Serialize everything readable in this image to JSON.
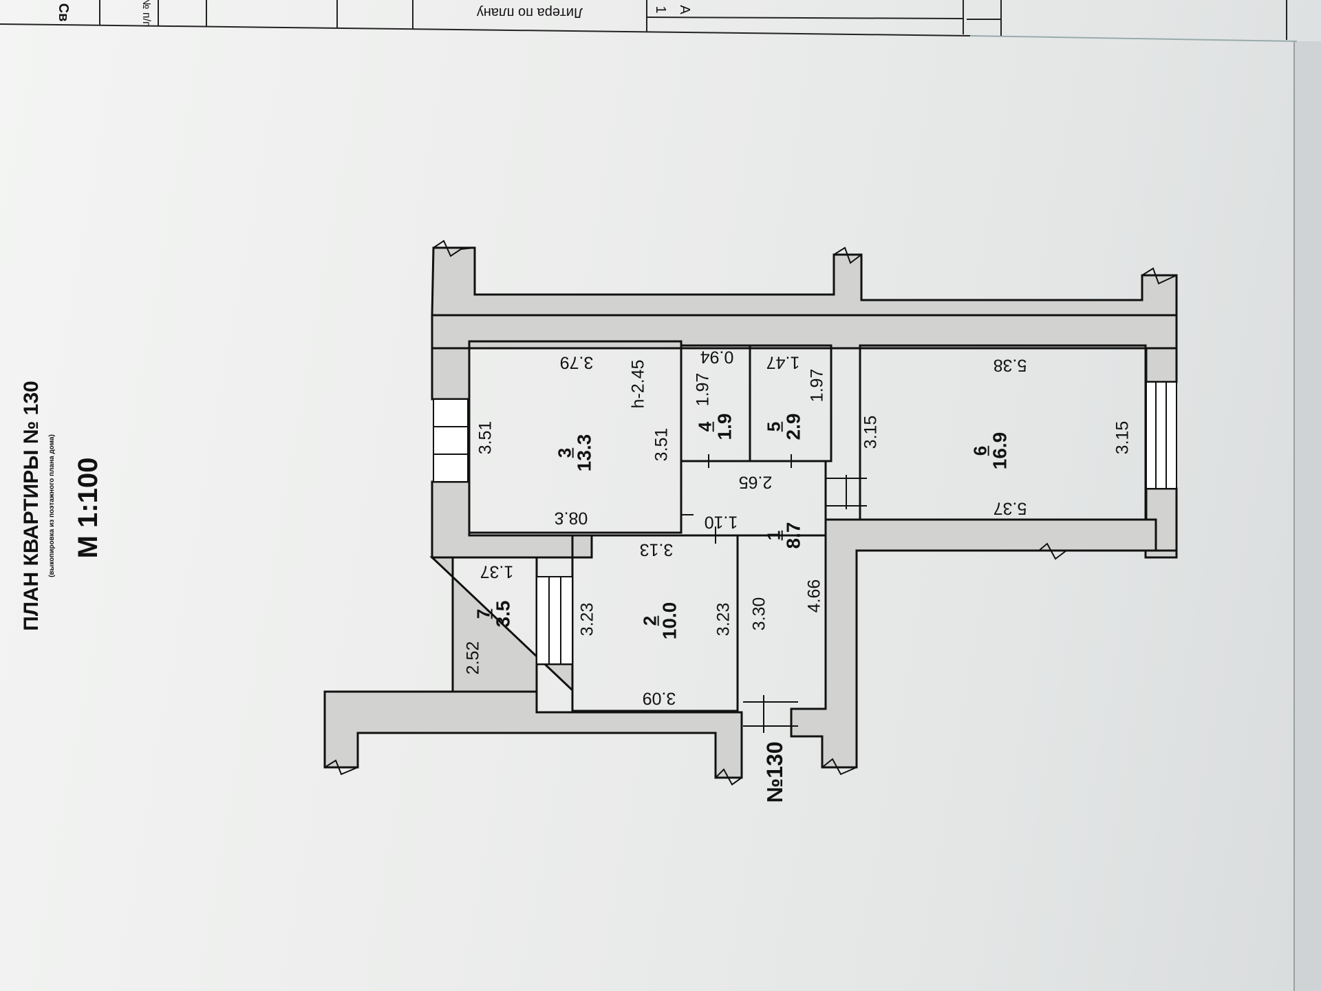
{
  "header": {
    "title": "ПЛАН КВАРТИРЫ №  130",
    "subtitle": "(выкопировка из поэтажного плана дома)",
    "scale": "М 1:100",
    "top_strip": {
      "col_sv": "Св",
      "col_no": "№ п/п",
      "liter": "Литера по плану",
      "val_num": "1",
      "val_liter": "А"
    }
  },
  "plan": {
    "apartment_label": "№130",
    "ceiling_height": "h-2.45",
    "rooms": [
      {
        "id": "1",
        "num": "1",
        "area": "8.7"
      },
      {
        "id": "2",
        "num": "2",
        "area": "10.0"
      },
      {
        "id": "3",
        "num": "3",
        "area": "13.3"
      },
      {
        "id": "4",
        "num": "4",
        "area": "1.9"
      },
      {
        "id": "5",
        "num": "5",
        "area": "2.9"
      },
      {
        "id": "6",
        "num": "6",
        "area": "16.9"
      },
      {
        "id": "7",
        "num": "7",
        "area": "3.5"
      }
    ],
    "dimensions": {
      "r3_top": "3.79",
      "r3_left": "3.51",
      "r3_right": "3.51",
      "r3_bottom": "3.80",
      "r4_top": "0.94",
      "r4_right": "1.97",
      "r5_top": "1.47",
      "r5_right": "1.97",
      "r6_top": "5.38",
      "r6_left": "3.15",
      "r6_right": "3.15",
      "r6_bottom": "5.37",
      "hall_door": "2.65",
      "hall_width": "1.10",
      "hall_left": "3.30",
      "hall_right": "4.66",
      "r2_top": "3.13",
      "r2_left": "3.23",
      "r2_right": "3.23",
      "r2_bottom": "3.09",
      "r7_top": "1.37",
      "r7_left": "2.52"
    }
  }
}
